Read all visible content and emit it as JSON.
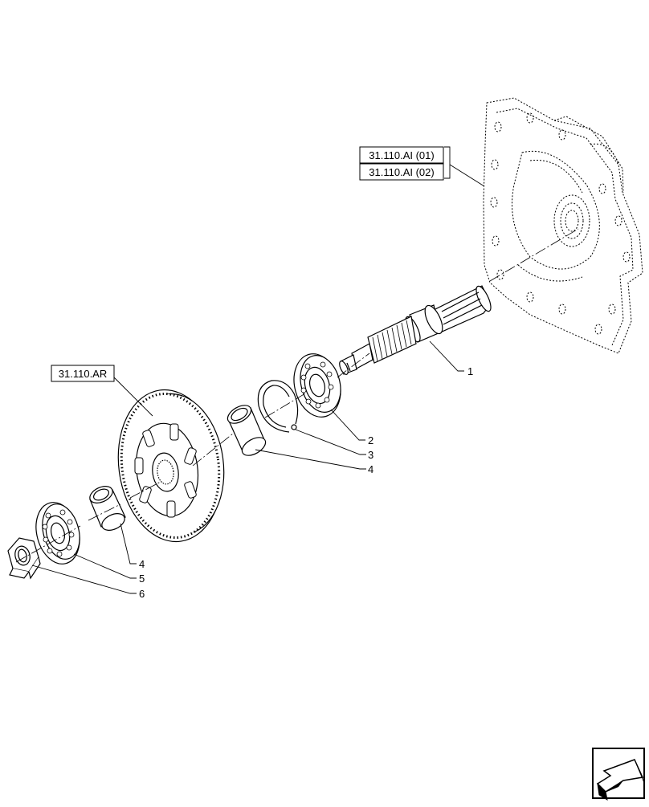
{
  "diagram": {
    "references": {
      "housing_ref_1": "31.110.AI (01)",
      "housing_ref_2": "31.110.AI (02)",
      "gear_ref": "31.110.AR"
    },
    "callouts": {
      "shaft": "1",
      "bearing_upper": "2",
      "snap_ring": "3",
      "spacer_upper": "4",
      "spacer_lower": "4",
      "bearing_lower": "5",
      "nut": "6"
    },
    "nav_icon": "next-page-arrow-icon"
  }
}
